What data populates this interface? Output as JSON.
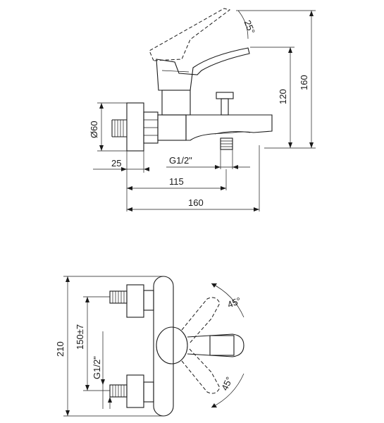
{
  "side_view": {
    "dimensions": {
      "lever_angle": "25°",
      "outlet_diameter": "Ø60",
      "wall_offset": "25",
      "inlet_thread": "G1/2\"",
      "spout_reach": "115",
      "total_length": "160",
      "height_to_lever": "120",
      "total_height": "160"
    }
  },
  "front_view": {
    "dimensions": {
      "total_height": "210",
      "inlet_spacing": "150±7",
      "inlet_thread": "G1/2\"",
      "rotation_up": "45°",
      "rotation_down": "45°"
    }
  }
}
